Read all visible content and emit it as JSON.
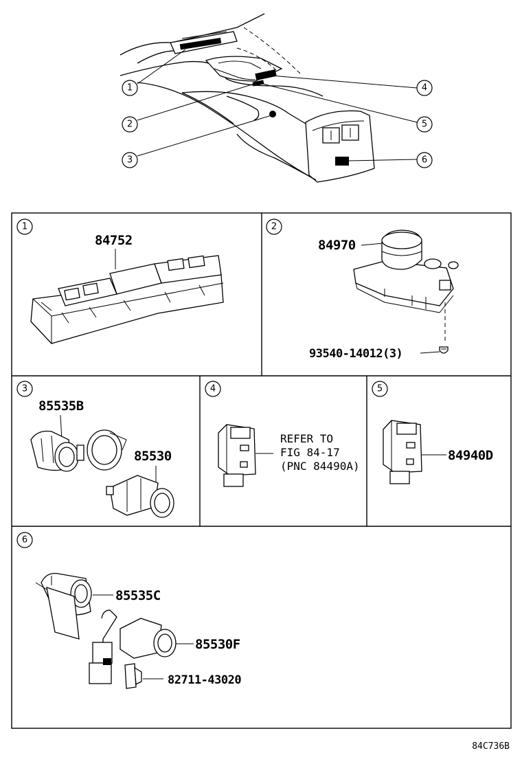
{
  "overview_callouts": [
    "1",
    "2",
    "3",
    "4",
    "5",
    "6"
  ],
  "panels": {
    "p1": {
      "num": "1",
      "part": "84752"
    },
    "p2": {
      "num": "2",
      "part": "84970",
      "screw": "93540-14012(3)"
    },
    "p3": {
      "num": "3",
      "part_a": "85535B",
      "part_b": "85530"
    },
    "p4": {
      "num": "4",
      "note_line1": "REFER TO",
      "note_line2": "FIG 84-17",
      "note_line3": "(PNC 84490A)"
    },
    "p5": {
      "num": "5",
      "part": "84940D"
    },
    "p6": {
      "num": "6",
      "part_a": "85535C",
      "part_b": "85530F",
      "part_c": "82711-43020"
    }
  },
  "figure_code": "84C736B"
}
